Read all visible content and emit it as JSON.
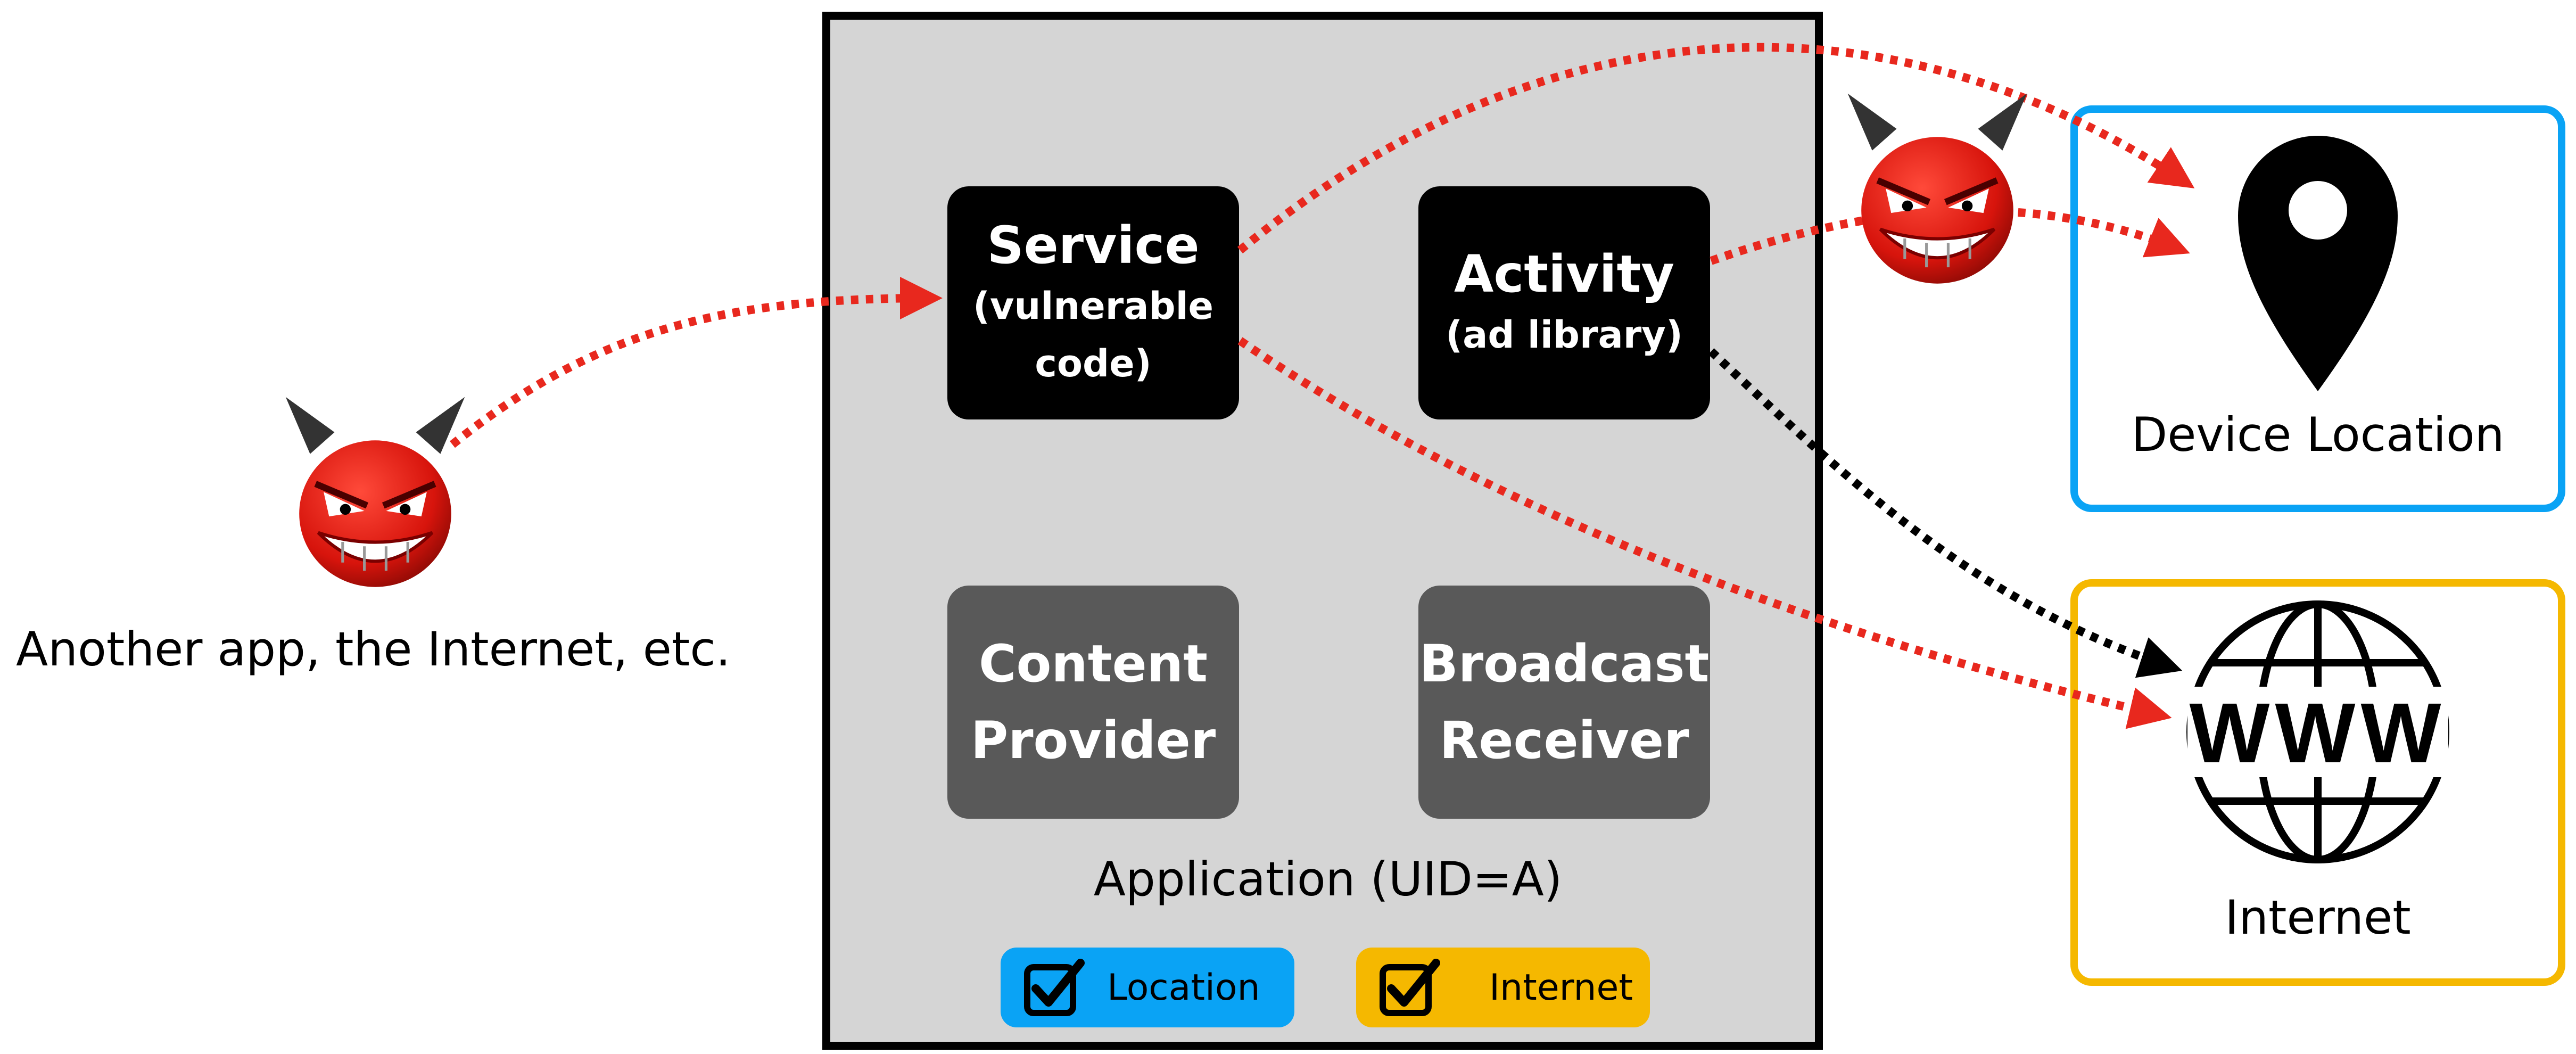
{
  "external": {
    "label": "Another app, the Internet, etc."
  },
  "application": {
    "label": "Application (UID=A)",
    "components": {
      "service": {
        "title": "Service",
        "subtitle": "(vulnerable\ncode)"
      },
      "activity": {
        "title": "Activity",
        "subtitle": "(ad library)"
      },
      "content_provider": {
        "title": "Content\nProvider"
      },
      "broadcast_receiver": {
        "title": "Broadcast\nReceiver"
      }
    },
    "permissions": [
      {
        "label": "Location",
        "color": "#0aa3f5"
      },
      {
        "label": "Internet",
        "color": "#f5b800"
      }
    ]
  },
  "resources": {
    "device_location": {
      "label": "Device Location",
      "border_color": "#0aa3f5"
    },
    "internet": {
      "label": "Internet",
      "globe_text": "WWW",
      "border_color": "#f5b800"
    }
  },
  "colors": {
    "malicious_arrow": "#e8281e",
    "benign_arrow": "#000000",
    "devil": "#dd1a12"
  },
  "icons": [
    "devil-icon",
    "location-pin-icon",
    "globe-www-icon",
    "checkbox-checked-icon"
  ]
}
